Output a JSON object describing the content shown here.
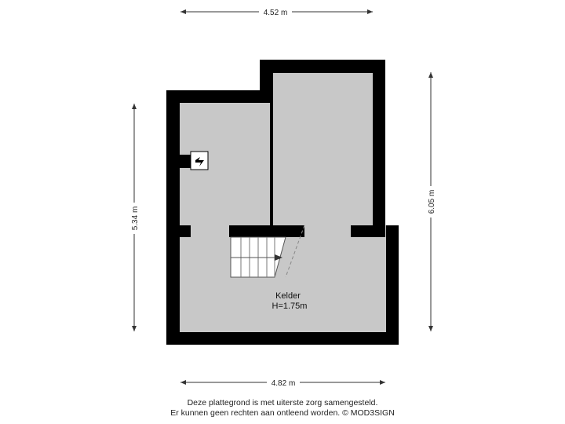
{
  "dimensions": {
    "top": "4.52 m",
    "bottom": "4.82 m",
    "left": "5.34 m",
    "right": "6.05 m"
  },
  "room": {
    "name": "Kelder",
    "height": "H=1.75m"
  },
  "footer": {
    "line1": "Deze plattegrond is met uiterste zorg samengesteld.",
    "line2": "Er kunnen geen rechten aan ontleend worden. © MOD3SIGN"
  },
  "colors": {
    "wall": "#000000",
    "floor": "#c8c8c8",
    "dimension_line": "#333333"
  },
  "icons": {
    "boiler": "boiler-icon",
    "stair_arrow": "arrow-right-icon"
  }
}
